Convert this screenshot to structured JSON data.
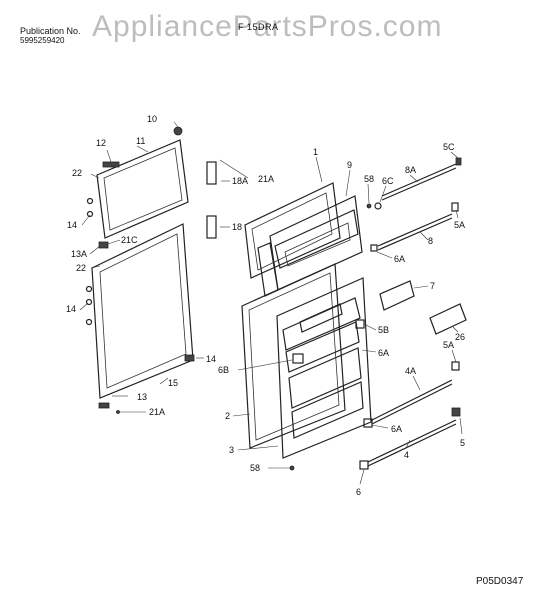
{
  "header": {
    "publication_label": "Publication No.",
    "publication_number": "5995259420",
    "model_partial": "F 15DRA",
    "watermark": "AppliancePartsPros.com"
  },
  "footer": {
    "diagram_code": "P05D0347"
  },
  "callouts": {
    "c1": "1",
    "c2": "2",
    "c3": "3",
    "c4": "4",
    "c4A": "4A",
    "c5": "5",
    "c5A_top": "5A",
    "c5A_bottom": "5A",
    "c5B": "5B",
    "c5C": "5C",
    "c6": "6",
    "c6A_top": "6A",
    "c6A_mid": "6A",
    "c6A_bottom": "6A",
    "c6B": "6B",
    "c6C": "6C",
    "c7": "7",
    "c8": "8",
    "c8A": "8A",
    "c9": "9",
    "c10": "10",
    "c11": "11",
    "c12": "12",
    "c13": "13",
    "c13A": "13A",
    "c14_a": "14",
    "c14_b": "14",
    "c14_c": "14",
    "c15": "15",
    "c18": "18",
    "c18A": "18A",
    "c21A_top": "21A",
    "c21A_bottom": "21A",
    "c21C": "21C",
    "c22_top": "22",
    "c22_mid": "22",
    "c26": "26",
    "c58_top": "58",
    "c58_bottom": "58"
  }
}
